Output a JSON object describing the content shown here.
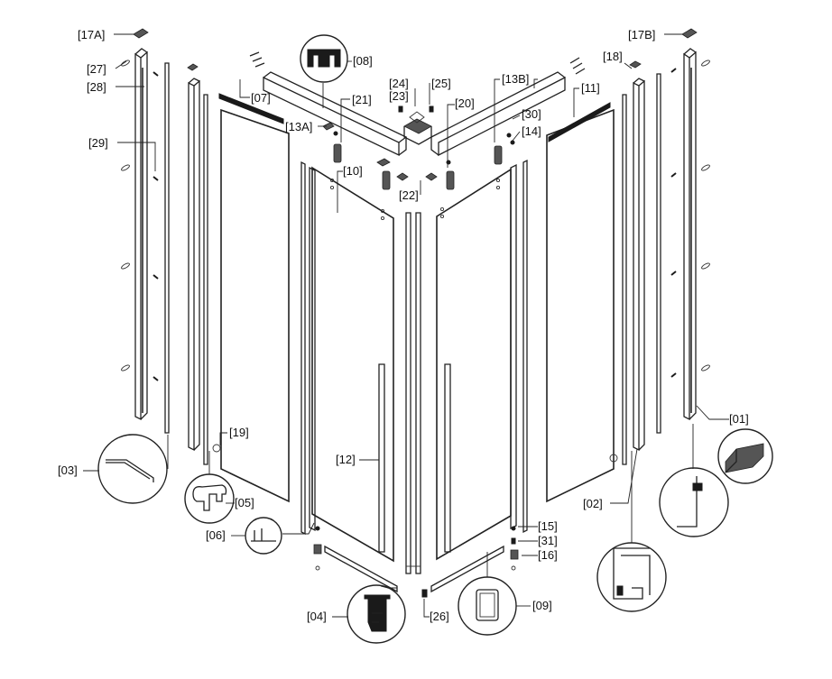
{
  "labels": {
    "l17a": "[17A]",
    "l17b": "[17B]",
    "l27": "[27]",
    "l28": "[28]",
    "l29": "[29]",
    "l07": "[07]",
    "l08": "[08]",
    "l24": "[24]",
    "l23": "[23]",
    "l25": "[25]",
    "l21": "[21]",
    "l20": "[20]",
    "l13a": "[13A]",
    "l13b": "[13B]",
    "l11": "[11]",
    "l18": "[18]",
    "l30": "[30]",
    "l14": "[14]",
    "l10": "[10]",
    "l22": "[22]",
    "l19": "[19]",
    "l12": "[12]",
    "l01": "[01]",
    "l02": "[02]",
    "l03": "[03]",
    "l05": "[05]",
    "l06": "[06]",
    "l15": "[15]",
    "l31": "[31]",
    "l16": "[16]",
    "l04": "[04]",
    "l26": "[26]",
    "l09": "[09]"
  }
}
